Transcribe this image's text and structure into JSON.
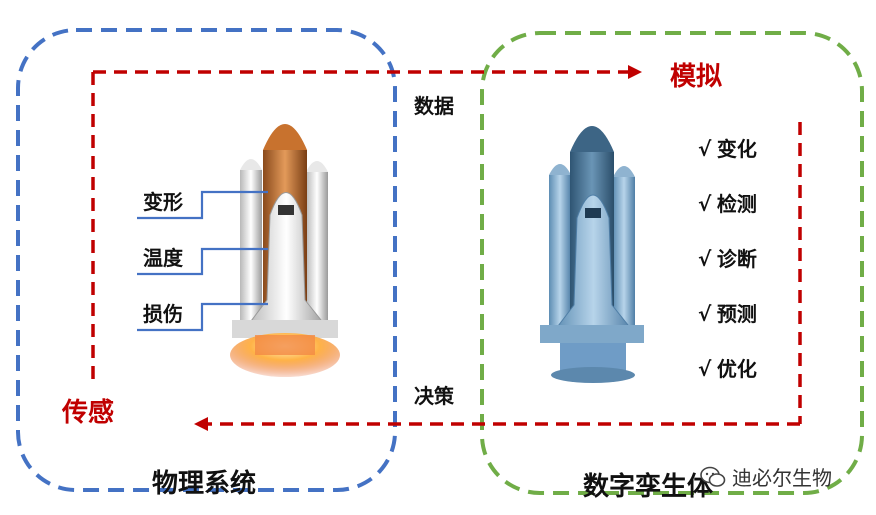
{
  "labels": {
    "physical": "物理系统",
    "digital": "数字孪生体",
    "simulate": "模拟",
    "sense": "传感",
    "data": "数据",
    "decision": "决策"
  },
  "physical_features": [
    "变形",
    "温度",
    "损伤"
  ],
  "digital_functions": [
    "变化",
    "检测",
    "诊断",
    "预测",
    "优化"
  ],
  "check_mark": "√",
  "watermark": {
    "text": "迪必尔生物",
    "icon": "wechat-icon"
  },
  "colors": {
    "physical_border": "#4472c4",
    "digital_border": "#70ad47",
    "arrow": "#c00000",
    "physical_rocket": "#d2773a",
    "digital_rocket": "#6f9cc6"
  }
}
